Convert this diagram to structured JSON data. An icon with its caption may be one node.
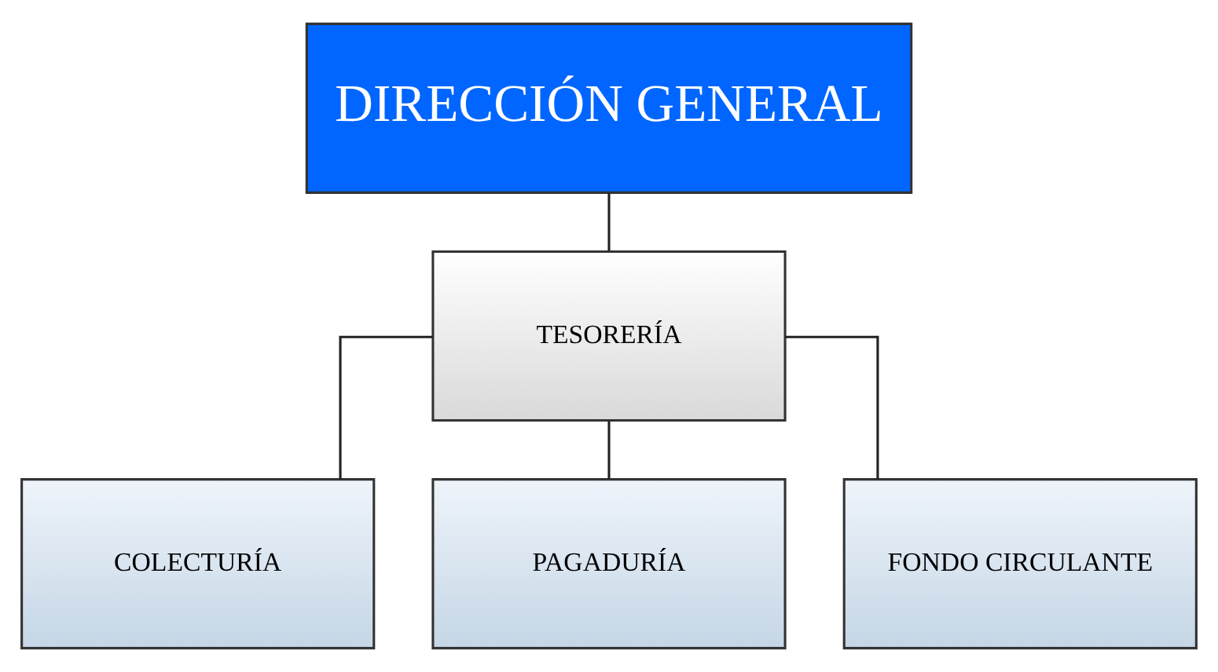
{
  "diagram": {
    "nodes": [
      {
        "text": [
          "DIRECCIÓN GENERAL"
        ]
      },
      {
        "text": [
          "TESORERÍA"
        ]
      },
      {
        "text": [
          "COLECTURÍA"
        ]
      },
      {
        "text": [
          "PAGADURÍA"
        ]
      },
      {
        "text": [
          "FONDO CIRCULANTE"
        ]
      }
    ],
    "edges": [
      {
        "from": 0,
        "to": 1,
        "arrow": "none"
      },
      {
        "from": 1,
        "to": 2,
        "arrow": "none"
      },
      {
        "from": 1,
        "to": 3,
        "arrow": "none"
      },
      {
        "from": 1,
        "to": 4,
        "arrow": "none"
      }
    ]
  }
}
